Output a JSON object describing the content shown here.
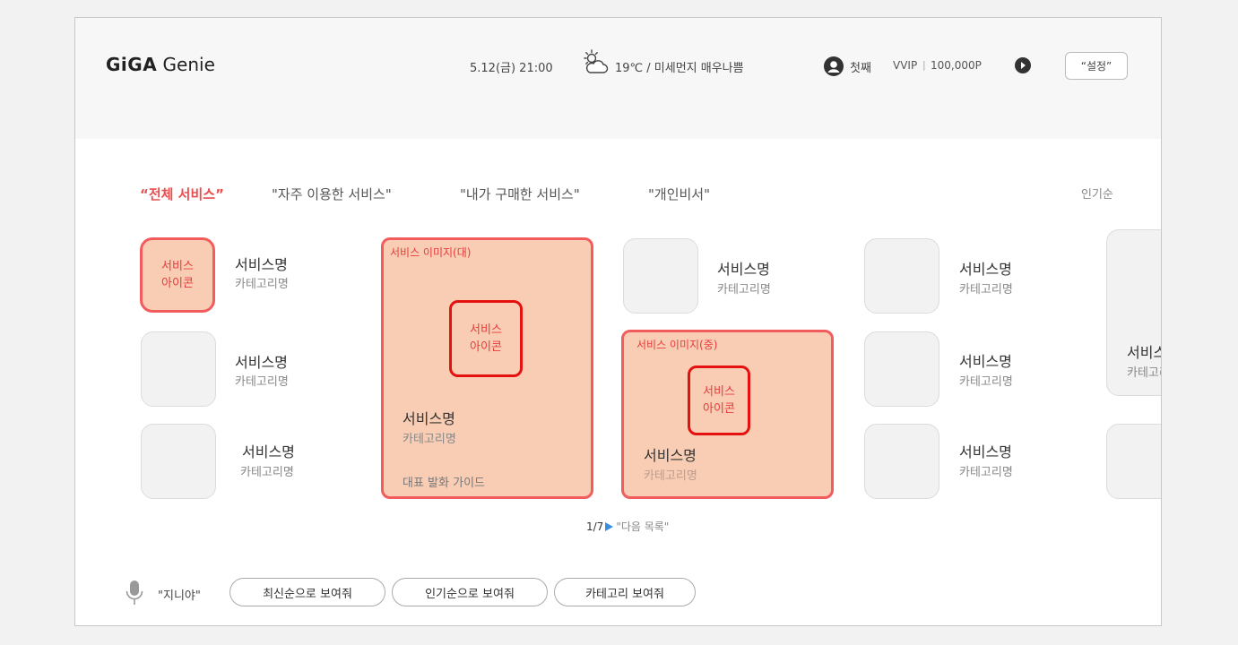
{
  "header": {
    "logo_bold": "GiGA",
    "logo_rest": " Genie",
    "datetime": "5.12(금) 21:00",
    "weather_icon": "partly-cloudy-icon",
    "weather": "19℃ / 미세먼지 매우나쁨",
    "username": "첫째",
    "grade": "VVIP",
    "separator": "|",
    "points": "100,000P",
    "settings_label": "“설정”"
  },
  "tabs": [
    {
      "label": "“전체 서비스”",
      "active": true
    },
    {
      "label": "\"자주 이용한 서비스\"",
      "active": false
    },
    {
      "label": "\"내가 구매한 서비스\"",
      "active": false
    },
    {
      "label": "\"개인비서\"",
      "active": false
    }
  ],
  "sort_label": "인기순",
  "services": {
    "icon_label_line1": "서비스",
    "icon_label_line2": "아이콘",
    "name": "서비스명",
    "category": "카테고리명"
  },
  "large_card": {
    "label": "서비스 이미지(대)",
    "name": "서비스명",
    "category": "카테고리명",
    "guide": "대표 발화 가이드"
  },
  "medium_card": {
    "label": "서비스 이미지(중)",
    "name": "서비스명",
    "category": "카테고리명"
  },
  "pager": {
    "page": "1/7",
    "next_label": "\"다음 목록\""
  },
  "voice": {
    "wake_word": "\"지니야\"",
    "chips": [
      "최신순으로 보여줘",
      "인기순으로 보여줘",
      "카테고리 보여줘"
    ]
  },
  "colors": {
    "accent": "#ea4e4e",
    "highlight_fill": "#f8cdb4",
    "highlight_border": "#f25c5c",
    "icon_border": "#e51010",
    "pager_arrow": "#3a8ee0"
  }
}
